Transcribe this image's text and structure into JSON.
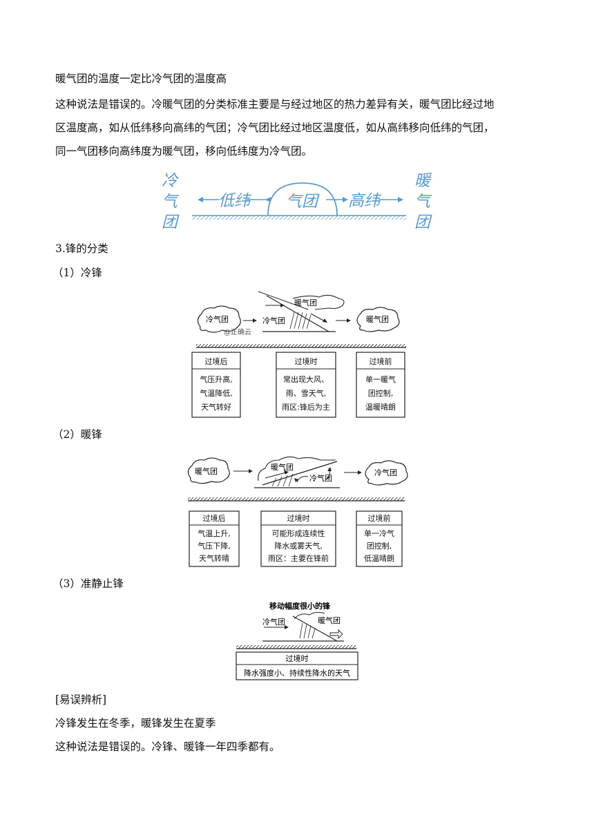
{
  "intro": {
    "heading": "暖气团的温度一定比冷气团的温度高",
    "lines": [
      "这种说法是错误的。冷暖气团的分类标准主要是与经过地区的热力差异有关，暖气团比经过地",
      "区温度高，如从低纬移向高纬的气团；冷气团比经过地区温度低，如从高纬移向低纬的气团，",
      "同一气团移向高纬度为暖气团，移向低纬度为冷气团。"
    ]
  },
  "airmass_figure": {
    "left": [
      "冷",
      "气",
      "团"
    ],
    "left_arrow": "低纬",
    "center": "气团",
    "right_arrow": "高纬",
    "right": [
      "暖",
      "气",
      "团"
    ]
  },
  "section_title": "3.锋的分类",
  "cold_front": {
    "heading": "（1）冷锋",
    "labels": {
      "cold_cloud": "冷气团",
      "cold_mass": "冷气团",
      "warm_mass": "暖气团",
      "warm_cloud": "暖气团",
      "watermark": "@正确云"
    },
    "boxes": [
      {
        "title": "过境后",
        "lines": [
          "气压升高,",
          "气温降低,",
          "天气转好"
        ]
      },
      {
        "title": "过境时",
        "lines": [
          "常出现大风、",
          "雨、雪天气,",
          "雨区:锋后为主"
        ]
      },
      {
        "title": "过境前",
        "lines": [
          "单一暖气",
          "团控制,",
          "温暖晴朗"
        ]
      }
    ]
  },
  "warm_front": {
    "heading": "（2）暖锋",
    "labels": {
      "warm_cloud": "暖气团",
      "warm_mass": "暖气团",
      "cold_mass": "冷气团",
      "cold_cloud": "冷气团"
    },
    "boxes": [
      {
        "title": "过境后",
        "lines": [
          "气温上升,",
          "气压下降,",
          "天气转晴"
        ]
      },
      {
        "title": "过境时",
        "lines": [
          "可能形成连续性",
          "降水或雾天气,",
          "雨区：主要在锋前"
        ]
      },
      {
        "title": "过境前",
        "lines": [
          "单一冷气",
          "团控制,",
          "低温晴朗"
        ]
      }
    ]
  },
  "stationary_front": {
    "heading": "（3）准静止锋",
    "caption": "移动幅度很小的锋",
    "labels": {
      "cold_mass": "冷气团",
      "warm_mass": "暖气团"
    },
    "box_title": "过境时",
    "box_text": "降水强度小、持续性降水的天气"
  },
  "misconception": {
    "heading": "[易误辨析]",
    "claim": "冷锋发生在冬季，暖锋发生在夏季",
    "answer": "这种说法是错误的。冷锋、暖锋一年四季都有。"
  }
}
